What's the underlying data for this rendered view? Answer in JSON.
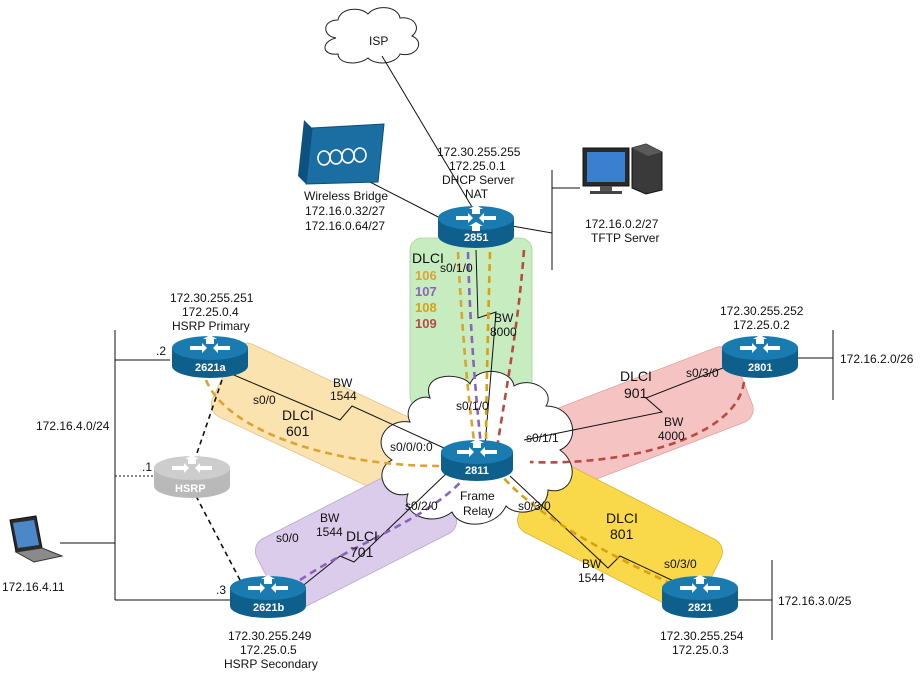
{
  "colors": {
    "router_body": "#0e5f8c",
    "router_top": "#1a7bb0",
    "hsrp_body": "#b9b9b9",
    "zone_green": "#c7ecc0",
    "zone_orange": "#fbe3b0",
    "zone_red": "#f6c3c3",
    "zone_purple": "#dcccec",
    "zone_yellow": "#f9d84a",
    "dlci_106": "#d9a431",
    "dlci_107": "#8a64b8",
    "dlci_108": "#d9a014",
    "dlci_109": "#b84a40"
  },
  "cloud_isp": {
    "label": "ISP"
  },
  "cloud_frame": {
    "label_line1": "Frame",
    "label_line2": "Relay"
  },
  "routers": {
    "r2851": {
      "name": "2851",
      "ip1": "172.30.255.255",
      "ip2": "172.25.0.1",
      "role1": "DHCP Server",
      "role2": "NAT"
    },
    "r2811": {
      "name": "2811"
    },
    "r2621a": {
      "name": "2621a",
      "ip1": "172.30.255.251",
      "ip2": "172.25.0.4",
      "role": "HSRP Primary"
    },
    "r2621b": {
      "name": "2621b",
      "ip1": "172.30.255.249",
      "ip2": "172.25.0.5",
      "role": "HSRP Secondary"
    },
    "r2801": {
      "name": "2801",
      "ip1": "172.30.255.252",
      "ip2": "172.25.0.2"
    },
    "r2821": {
      "name": "2821",
      "ip1": "172.30.255.254",
      "ip2": "172.25.0.3"
    },
    "hsrp": {
      "name": "HSRP"
    }
  },
  "wireless_bridge": {
    "label": "Wireless Bridge",
    "net1": "172.16.0.32/27",
    "net2": "172.16.0.64/27"
  },
  "tftp_server": {
    "ip": "172.16.0.2/27",
    "label": "TFTP Server"
  },
  "laptop": {
    "ip": "172.16.4.11"
  },
  "networks": {
    "lan_left": "172.16.4.0/24",
    "lan_2801": "172.16.2.0/26",
    "lan_2821": "172.16.3.0/25"
  },
  "hosts": {
    "a": ".2",
    "hsrp": ".1",
    "b": ".3"
  },
  "dlci_2851": {
    "title": "DLCI",
    "values": [
      "106",
      "107",
      "108",
      "109"
    ]
  },
  "links": {
    "l2851": {
      "iface_top": "s0/1/0",
      "bw_label": "BW",
      "bw": "8000",
      "iface_hub": "s0/1/0"
    },
    "l2621a": {
      "iface": "s0/0",
      "bw_label": "BW",
      "bw": "1544",
      "dlci_title": "DLCI",
      "dlci": "601",
      "iface_hub": "s0/0/0:0"
    },
    "l2621b": {
      "iface": "s0/0",
      "bw_label": "BW",
      "bw": "1544",
      "dlci_title": "DLCI",
      "dlci": "701",
      "iface_hub": "s0/2/0"
    },
    "l2801": {
      "iface": "s0/3/0",
      "bw_label": "BW",
      "bw": "4000",
      "dlci_title": "DLCI",
      "dlci": "901",
      "iface_hub": "s0/1/1"
    },
    "l2821": {
      "iface": "s0/3/0",
      "bw_label": "BW",
      "bw": "1544",
      "dlci_title": "DLCI",
      "dlci": "801",
      "iface_hub": "s0/3/0"
    }
  }
}
